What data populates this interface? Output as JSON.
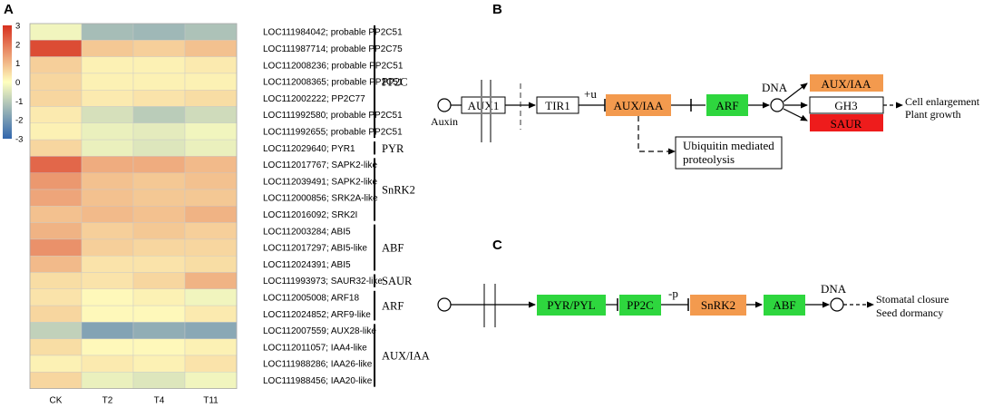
{
  "panels": {
    "a": "A",
    "b": "B",
    "c": "C"
  },
  "colors": {
    "orange": "#f39a4e",
    "green": "#2ed63e",
    "red": "#ee1c1c"
  },
  "chart_data": {
    "type": "heatmap",
    "columns": [
      "CK",
      "T2",
      "T4",
      "T11"
    ],
    "colorbar": {
      "ticks": [
        3,
        2,
        1,
        0,
        -1,
        -2,
        -3
      ],
      "tick_labels": [
        "3",
        "2",
        "1",
        "0",
        "-1",
        "-2",
        "-3"
      ],
      "range": [
        -3,
        3
      ],
      "colors": [
        "#3166ad",
        "#ffffbf",
        "#d7301f"
      ]
    },
    "rows": [
      {
        "label": "LOC111984042; probable PP2C51",
        "values": [
          -0.2,
          -1.3,
          -1.4,
          -1.2
        ]
      },
      {
        "label": "LOC111987714; probable PP2C75",
        "values": [
          2.6,
          0.8,
          0.7,
          0.9
        ]
      },
      {
        "label": "LOC112008236; probable PP2C51",
        "values": [
          0.7,
          0.2,
          0.2,
          0.3
        ]
      },
      {
        "label": "LOC112008365; probable PP2C51",
        "values": [
          0.6,
          0.2,
          0.2,
          0.2
        ]
      },
      {
        "label": "LOC112002222; PP2C77",
        "values": [
          0.6,
          0.3,
          0.4,
          0.5
        ]
      },
      {
        "label": "LOC111992580; probable PP2C51",
        "values": [
          0.3,
          -0.6,
          -1.0,
          -0.7
        ]
      },
      {
        "label": "LOC111992655; probable PP2C51",
        "values": [
          0.2,
          -0.3,
          -0.4,
          -0.2
        ]
      },
      {
        "label": "LOC112029640; PYR1",
        "values": [
          0.6,
          -0.3,
          -0.5,
          -0.3
        ]
      },
      {
        "label": "LOC112017767; SAPK2-like",
        "values": [
          2.2,
          1.2,
          1.2,
          1.0
        ]
      },
      {
        "label": "LOC112039491; SAPK2-like",
        "values": [
          1.5,
          0.9,
          0.8,
          0.9
        ]
      },
      {
        "label": "LOC112000856; SRK2A-like",
        "values": [
          1.3,
          0.9,
          0.8,
          0.8
        ]
      },
      {
        "label": "LOC112016092; SRK2I",
        "values": [
          0.9,
          1.0,
          0.9,
          1.1
        ]
      },
      {
        "label": "LOC112003284; ABI5",
        "values": [
          1.1,
          0.7,
          0.8,
          0.7
        ]
      },
      {
        "label": "LOC112017297; ABI5-like",
        "values": [
          1.6,
          0.7,
          0.6,
          0.6
        ]
      },
      {
        "label": "LOC112024391; ABI5",
        "values": [
          1.0,
          0.4,
          0.4,
          0.5
        ]
      },
      {
        "label": "LOC111993973; SAUR32-like",
        "values": [
          0.5,
          0.4,
          0.6,
          1.1
        ]
      },
      {
        "label": "LOC112005008; ARF18",
        "values": [
          0.4,
          0.1,
          0.2,
          -0.2
        ]
      },
      {
        "label": "LOC112024852; ARF9-like",
        "values": [
          0.6,
          0.1,
          0.1,
          0.3
        ]
      },
      {
        "label": "LOC112007559; AUX28-like",
        "values": [
          -0.9,
          -1.8,
          -1.6,
          -1.7
        ]
      },
      {
        "label": "LOC112011057; IAA4-like",
        "values": [
          0.5,
          0.1,
          0.1,
          0.2
        ]
      },
      {
        "label": "LOC111988286; IAA26-like",
        "values": [
          0.2,
          0.3,
          0.2,
          0.4
        ]
      },
      {
        "label": "LOC111988456; IAA20-like",
        "values": [
          0.6,
          -0.3,
          -0.5,
          -0.2
        ]
      }
    ],
    "groups": [
      {
        "label": "PP2C",
        "start": 0,
        "end": 6
      },
      {
        "label": "PYR",
        "start": 7,
        "end": 7
      },
      {
        "label": "SnRK2",
        "start": 8,
        "end": 11
      },
      {
        "label": "ABF",
        "start": 12,
        "end": 14
      },
      {
        "label": "SAUR",
        "start": 15,
        "end": 15
      },
      {
        "label": "ARF",
        "start": 16,
        "end": 17
      },
      {
        "label": "AUX/IAA",
        "start": 18,
        "end": 21
      }
    ]
  },
  "pathway_b": {
    "auxin": "Auxin",
    "aux1": "AUX1",
    "tir1": "TIR1",
    "ubiq_mark": "+u",
    "aux_iaa": "AUX/IAA",
    "arf": "ARF",
    "dna": "DNA",
    "out_aux_iaa": "AUX/IAA",
    "out_gh3": "GH3",
    "out_saur": "SAUR",
    "ubiquitin_line1": "Ubiquitin mediated",
    "ubiquitin_line2": "proteolysis",
    "effect_line1": "Cell enlargement",
    "effect_line2": "Plant growth"
  },
  "pathway_c": {
    "pyr_pyl": "PYR/PYL",
    "pp2c": "PP2C",
    "phos_mark": "-p",
    "snrk2": "SnRK2",
    "abf": "ABF",
    "dna": "DNA",
    "effect_line1": "Stomatal closure",
    "effect_line2": "Seed dormancy"
  }
}
